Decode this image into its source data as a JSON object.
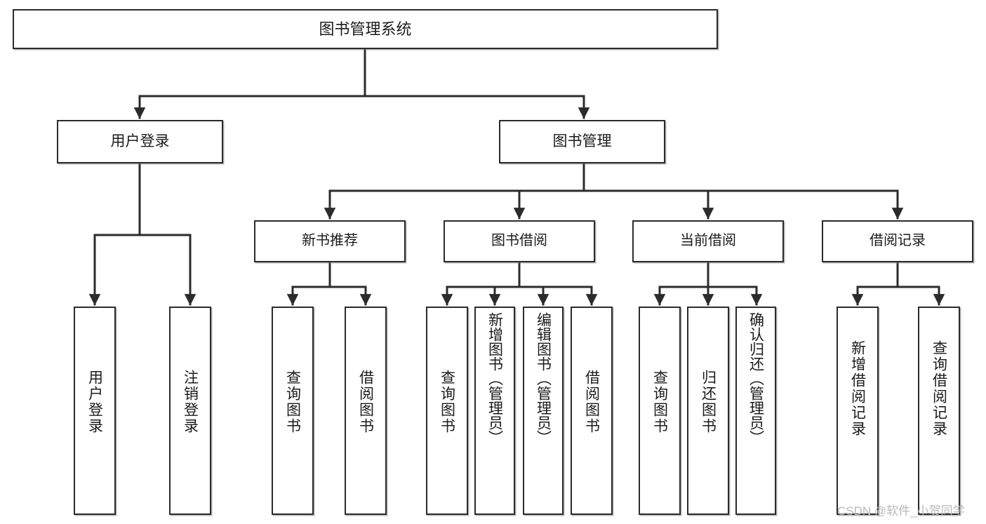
{
  "diagram": {
    "title": "图书管理系统",
    "type": "tree-hierarchy",
    "colors": {
      "stroke": "#2b2b2b",
      "fill": "#ffffff",
      "text": "#1b1b1b",
      "watermark": "#b9b9b9"
    },
    "watermark": "CSDN @软件_小贺同学",
    "nodes": {
      "root": {
        "label": "图书管理系统"
      },
      "level2": [
        {
          "id": "user-login",
          "label": "用户登录"
        },
        {
          "id": "book-management",
          "label": "图书管理"
        }
      ],
      "level3": [
        {
          "id": "new-book-recommend",
          "label": "新书推荐"
        },
        {
          "id": "book-borrow",
          "label": "图书借阅"
        },
        {
          "id": "current-borrow",
          "label": "当前借阅"
        },
        {
          "id": "borrow-record",
          "label": "借阅记录"
        }
      ],
      "leaves": {
        "user-login": [
          {
            "id": "leaf-user-login",
            "label": "用户登录"
          },
          {
            "id": "leaf-logout",
            "label": "注销登录"
          }
        ],
        "new-book-recommend": [
          {
            "id": "leaf-query-book-1",
            "label": "查询图书"
          },
          {
            "id": "leaf-borrow-book-1",
            "label": "借阅图书"
          }
        ],
        "book-borrow": [
          {
            "id": "leaf-query-book-2",
            "label": "查询图书"
          },
          {
            "id": "leaf-add-book",
            "label": "新增图书（管理员）"
          },
          {
            "id": "leaf-edit-book",
            "label": "编辑图书（管理员）"
          },
          {
            "id": "leaf-borrow-book-2",
            "label": "借阅图书"
          }
        ],
        "current-borrow": [
          {
            "id": "leaf-query-book-3",
            "label": "查询图书"
          },
          {
            "id": "leaf-return-book",
            "label": "归还图书"
          },
          {
            "id": "leaf-confirm-return",
            "label": "确认归还（管理员）"
          }
        ],
        "borrow-record": [
          {
            "id": "leaf-add-record",
            "label": "新增借阅记录"
          },
          {
            "id": "leaf-query-record",
            "label": "查询借阅记录"
          }
        ]
      }
    }
  }
}
